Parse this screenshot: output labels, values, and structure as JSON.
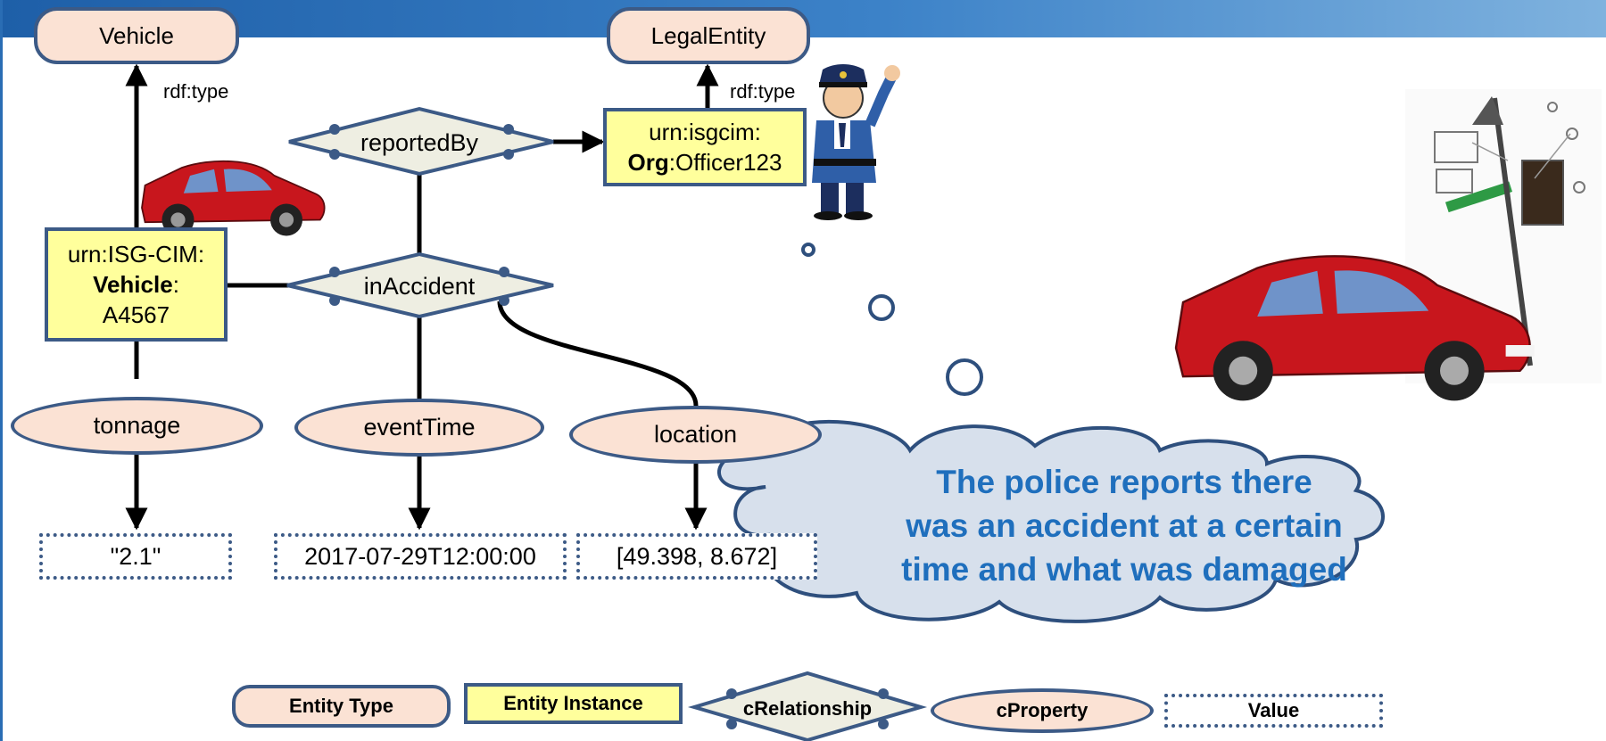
{
  "entity_types": {
    "vehicle": "Vehicle",
    "legal_entity": "LegalEntity"
  },
  "edge_labels": {
    "rdf_type_left": "rdf:type",
    "rdf_type_right": "rdf:type"
  },
  "instances": {
    "vehicle": {
      "line1": "urn:ISG-CIM:",
      "line2_bold": "Vehicle",
      "line2_rest": ":",
      "line3": "A4567"
    },
    "officer": {
      "line1": "urn:isgcim:",
      "line2_bold": "Org",
      "line2_rest": ":Officer123"
    }
  },
  "relationships": {
    "reported_by": "reportedBy",
    "in_accident": "inAccident"
  },
  "properties": {
    "tonnage": "tonnage",
    "event_time": "eventTime",
    "location": "location"
  },
  "values": {
    "tonnage": "\"2.1\"",
    "event_time": "2017-07-29T12:00:00",
    "location": "[49.398, 8.672]"
  },
  "cloud": {
    "line1": "The police reports there",
    "line2": "was an accident at a certain",
    "line3": "time and what was damaged"
  },
  "legend": {
    "entity_type": "Entity Type",
    "entity_instance": "Entity Instance",
    "relationship": "cRelationship",
    "property": "cProperty",
    "value": "Value"
  },
  "colors": {
    "outline": "#3c5a86",
    "entity_type_fill": "#fbe2d4",
    "instance_fill": "#ffff9c",
    "relationship_fill": "#eeeee2",
    "cloud_fill": "#d7e0ec",
    "cloud_text": "#1f6fbd"
  }
}
